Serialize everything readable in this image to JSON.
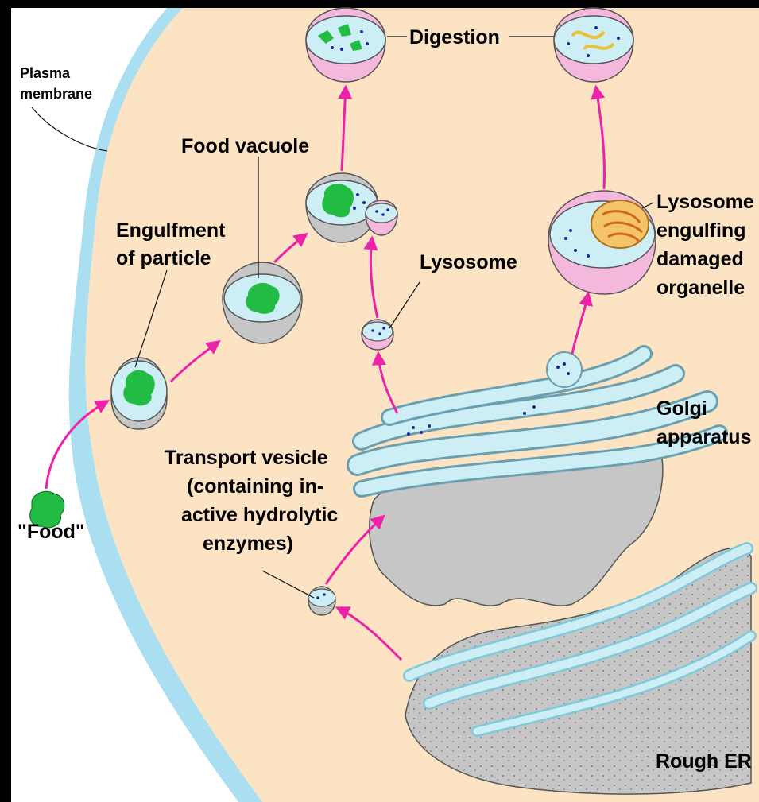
{
  "labels": {
    "plasma_membrane_1": "Plasma",
    "plasma_membrane_2": "membrane",
    "food_vacuole": "Food vacuole",
    "engulfment_1": "Engulfment",
    "engulfment_2": "of particle",
    "food": "\"Food\"",
    "digestion": "Digestion",
    "lysosome": "Lysosome",
    "lysosome_engulfing_1": "Lysosome",
    "lysosome_engulfing_2": "engulfing",
    "lysosome_engulfing_3": "damaged",
    "lysosome_engulfing_4": "organelle",
    "golgi_1": "Golgi",
    "golgi_2": "apparatus",
    "transport_1": "Transport vesicle",
    "transport_2": "(containing in-",
    "transport_3": "active hydrolytic",
    "transport_4": "enzymes)",
    "rough_er": "Rough ER"
  },
  "colors": {
    "cytoplasm": "#fbe3c3",
    "membrane": "#a9dff0",
    "outside": "#ffffff",
    "arrow": "#ee22aa",
    "lysosome_pink": "#f4b8dc",
    "vesicle_blue": "#cdeef5",
    "organelle_gray": "#c6c6c6",
    "food_green": "#22bb44",
    "enzyme_dots": "#1a2a99"
  }
}
